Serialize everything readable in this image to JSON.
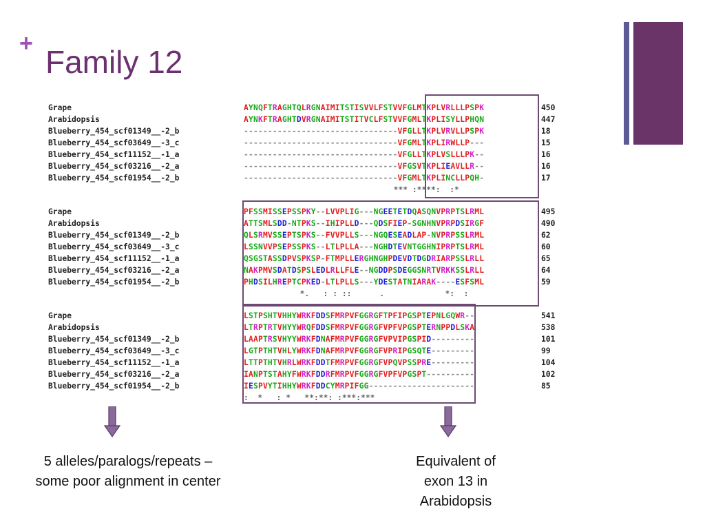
{
  "slide": {
    "title": "Family 12",
    "plus_glyph": "+"
  },
  "alignment": {
    "blocks": [
      {
        "rows": [
          {
            "name": "Grape",
            "seq": "AYNQFTRAGHTQLRGNAIMITSTISVVLFSTVVFGLMTKPLVRLLLPSPK",
            "end": "450"
          },
          {
            "name": "Arabidopsis",
            "seq": "AYNKFTRAGHTDVRGNAIMITSTITVCLFSTVVFGMLTKPLISYLLPHQN",
            "end": "447"
          },
          {
            "name": "Blueberry_454_scf01349__-2_b",
            "seq": "--------------------------------VFGLLTKPLVRVLLPSPK",
            "end": "18"
          },
          {
            "name": "Blueberry_454_scf03649__-3_c",
            "seq": "--------------------------------VFGMLTKPLIRWLLP---",
            "end": "15"
          },
          {
            "name": "Blueberry_454_scf11152__-1_a",
            "seq": "--------------------------------VFGLLTKPLVSLLLPK--",
            "end": "16"
          },
          {
            "name": "Blueberry_454_scf03216__-2_a",
            "seq": "--------------------------------VFGSVTKPLIEAVLLR--",
            "end": "16"
          },
          {
            "name": "Blueberry_454_scf01954__-2_b",
            "seq": "--------------------------------VFGMLTKPLINCLLPQH-",
            "end": "17"
          }
        ],
        "consensus": "                                *** :****:  :*    "
      },
      {
        "rows": [
          {
            "name": "Grape",
            "seq": "PFSSMISSEPSSPKY--LVVPLIG---NGEETETDQASQNVPRPTSLRML",
            "end": "495"
          },
          {
            "name": "Arabidopsis",
            "seq": "ATTSMLSDD-NTPKS--IHIPLLD---QDSFIEP-SGNHNVPRPDSIRGF",
            "end": "490"
          },
          {
            "name": "Blueberry_454_scf01349__-2_b",
            "seq": "QLSRMVSSEPTSPKS--FVVPLLS---NGQESEADLAP-NVPRPSSLRML",
            "end": "62"
          },
          {
            "name": "Blueberry_454_scf03649__-3_c",
            "seq": "LSSNVVPSEPSSPKS--LTLPLLA---NGHDTEVNTGGHNIPRPTSLRML",
            "end": "60"
          },
          {
            "name": "Blueberry_454_scf11152__-1_a",
            "seq": "QSGSTASSDPVSPKSP-FTMPLLERGHNGHPDEVDTDGDRIARPSSLRLL",
            "end": "65"
          },
          {
            "name": "Blueberry_454_scf03216__-2_a",
            "seq": "NAKPMVSDATDSPSLEDLRLLFLE--NGDDPSDEGGSNRTVRKKSSLRLL",
            "end": "64"
          },
          {
            "name": "Blueberry_454_scf01954__-2_b",
            "seq": "PHDSILHREPTCPKED-LTLPLLS---YDESTATNIARAK----ESFSML",
            "end": "59"
          }
        ],
        "consensus": "            *.   : : ::      .             *:  :  "
      },
      {
        "rows": [
          {
            "name": "Grape",
            "seq": "LSTPSHTVHHYWRKFDDSFMRPVFGGRGFTPFIPGSPTEPNLGQWR--",
            "end": "541"
          },
          {
            "name": "Arabidopsis",
            "seq": "LTRPTRTVHYYWRQFDDSFMRPVFGGRGFVPFVPGSPTERNPPDLSKA",
            "end": "538"
          },
          {
            "name": "Blueberry_454_scf01349__-2_b",
            "seq": "LAAPTRSVHYYWRKFDNAFMRPVFGGRGFVPVIPGSPID---------",
            "end": "101"
          },
          {
            "name": "Blueberry_454_scf03649__-3_c",
            "seq": "LGTPTHTVHLYWRKFDNAFMRPVFGGRGFVPRIPGSQTE---------",
            "end": "99"
          },
          {
            "name": "Blueberry_454_scf11152__-1_a",
            "seq": "LTTPTHTVHRLWRKFDDTFMRPVFGGRGFVPQVPSSPRE---------",
            "end": "104"
          },
          {
            "name": "Blueberry_454_scf03216__-2_a",
            "seq": "IANPTSTAHYFWRKFDDRFMRPVFGGRGFVPFVPGSPT----------",
            "end": "102"
          },
          {
            "name": "Blueberry_454_scf01954__-2_b",
            "seq": "IESPVYTIHHYWRKFDDCYMRPIFGG----------------------",
            "end": "85"
          }
        ],
        "consensus": ":  *   : *   **:**: :***:***                    "
      }
    ]
  },
  "captions": {
    "left": [
      "5 alleles/paralogs/repeats –",
      "some poor alignment in center"
    ],
    "right": [
      "Equivalent of",
      "exon 13 in",
      "Arabidopsis"
    ]
  },
  "colors": {
    "title": "#6b3070",
    "plus": "#a052b4",
    "bar_thin": "#5b5a96",
    "bar_thick": "#6a3468",
    "box_border": "#6c4a72",
    "arrow_fill": "#8a6a98",
    "residue_hydrophobic": "#e02020",
    "residue_polar": "#18a818",
    "residue_acidic": "#2020d8",
    "residue_basic": "#d020c8"
  }
}
